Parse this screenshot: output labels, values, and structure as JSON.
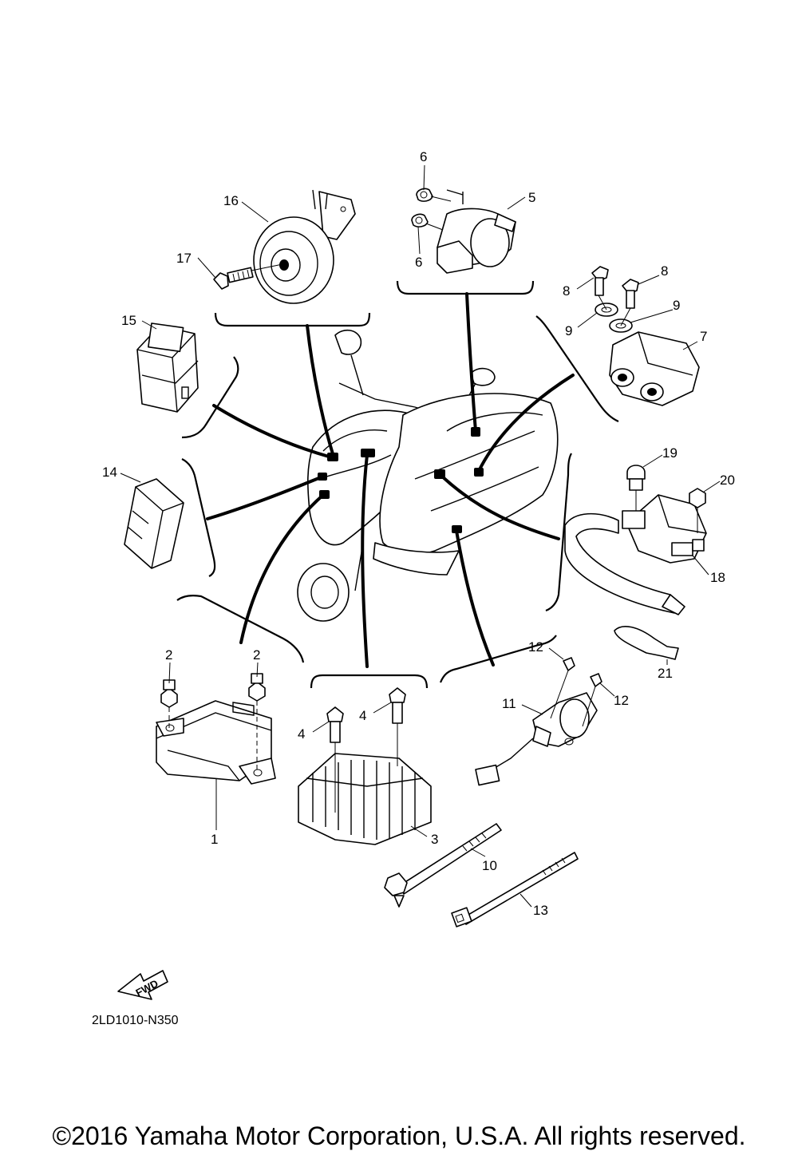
{
  "diagram": {
    "drawing_code": "2LD1010-N350",
    "fwd_label": "FWD",
    "copyright": "©2016 Yamaha Motor Corporation, U.S.A. All rights reserved.",
    "callouts": [
      "1",
      "2",
      "2",
      "3",
      "4",
      "4",
      "5",
      "6",
      "6",
      "7",
      "8",
      "8",
      "9",
      "9",
      "10",
      "11",
      "12",
      "12",
      "13",
      "14",
      "15",
      "16",
      "17",
      "18",
      "19",
      "20",
      "21"
    ]
  }
}
